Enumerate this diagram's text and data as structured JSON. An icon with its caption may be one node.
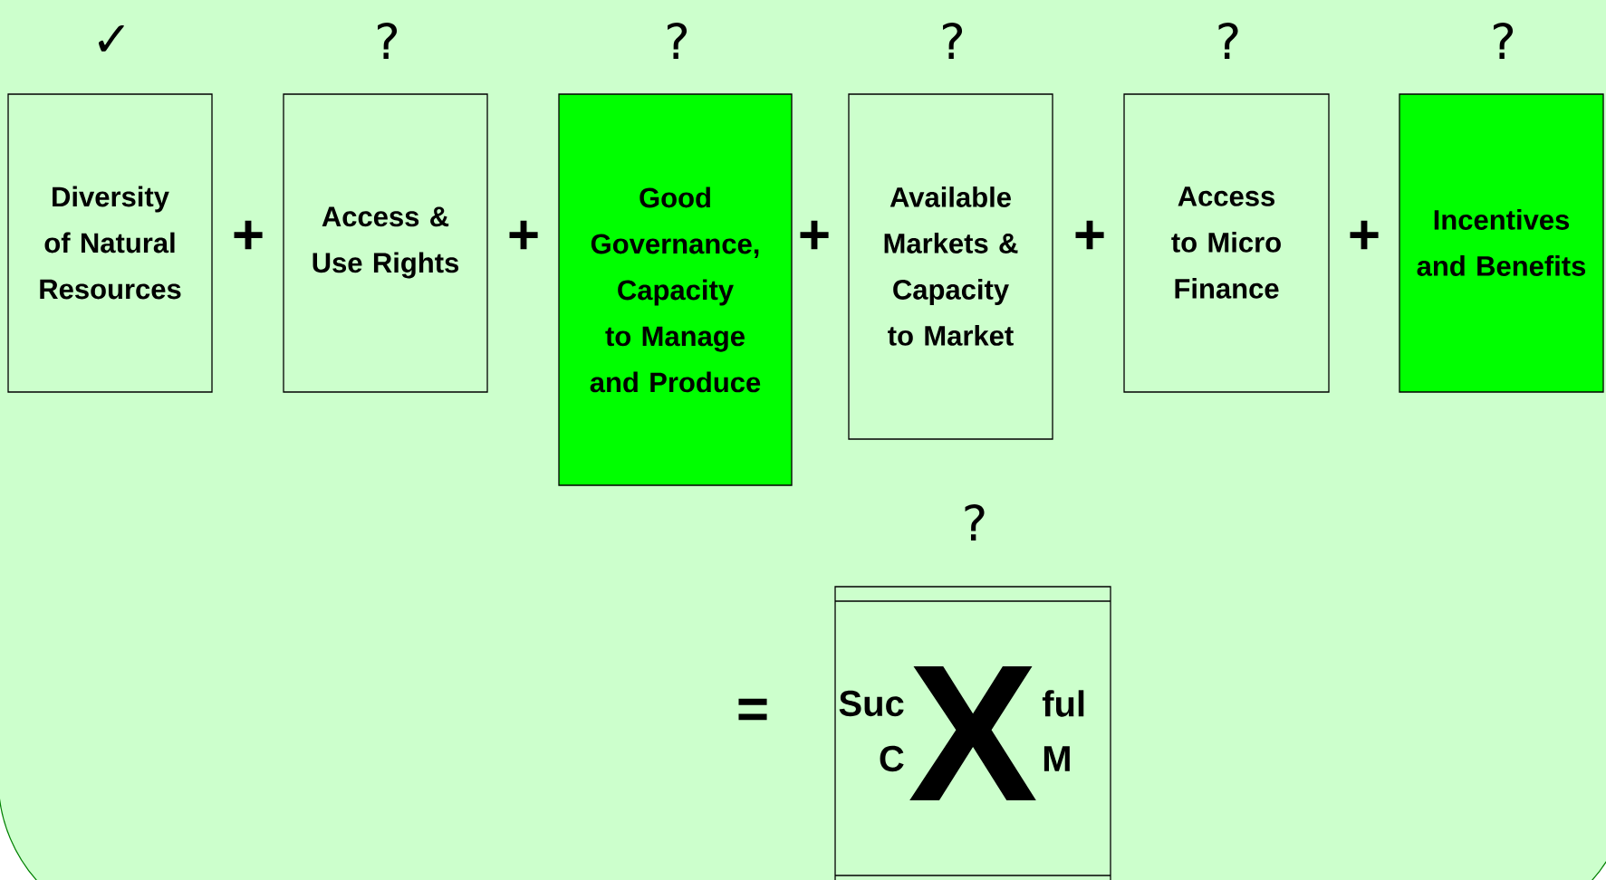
{
  "diagram": {
    "nodes": [
      {
        "text": [
          "Diversity of Natural Resources"
        ],
        "beside": [
          "✓"
        ]
      },
      {
        "text": [
          "Access & Use Rights"
        ],
        "beside": [
          "?"
        ]
      },
      {
        "text": [
          "Good Governance, Capacity to Manage and Produce"
        ],
        "beside": [
          "?"
        ]
      },
      {
        "text": [
          "Available Markets & Capacity to Market"
        ],
        "beside": [
          "?"
        ]
      },
      {
        "text": [
          "Access to Micro Finance"
        ],
        "beside": [
          "?"
        ]
      },
      {
        "text": [
          "Incentives and Benefits"
        ],
        "beside": [
          "?"
        ]
      },
      {
        "text": [
          "Suc",
          "ful",
          "C",
          "M"
        ],
        "beside": [
          "?"
        ]
      }
    ],
    "labels": [
      "+",
      "+",
      "+",
      "+",
      "+",
      "=",
      "X"
    ]
  }
}
